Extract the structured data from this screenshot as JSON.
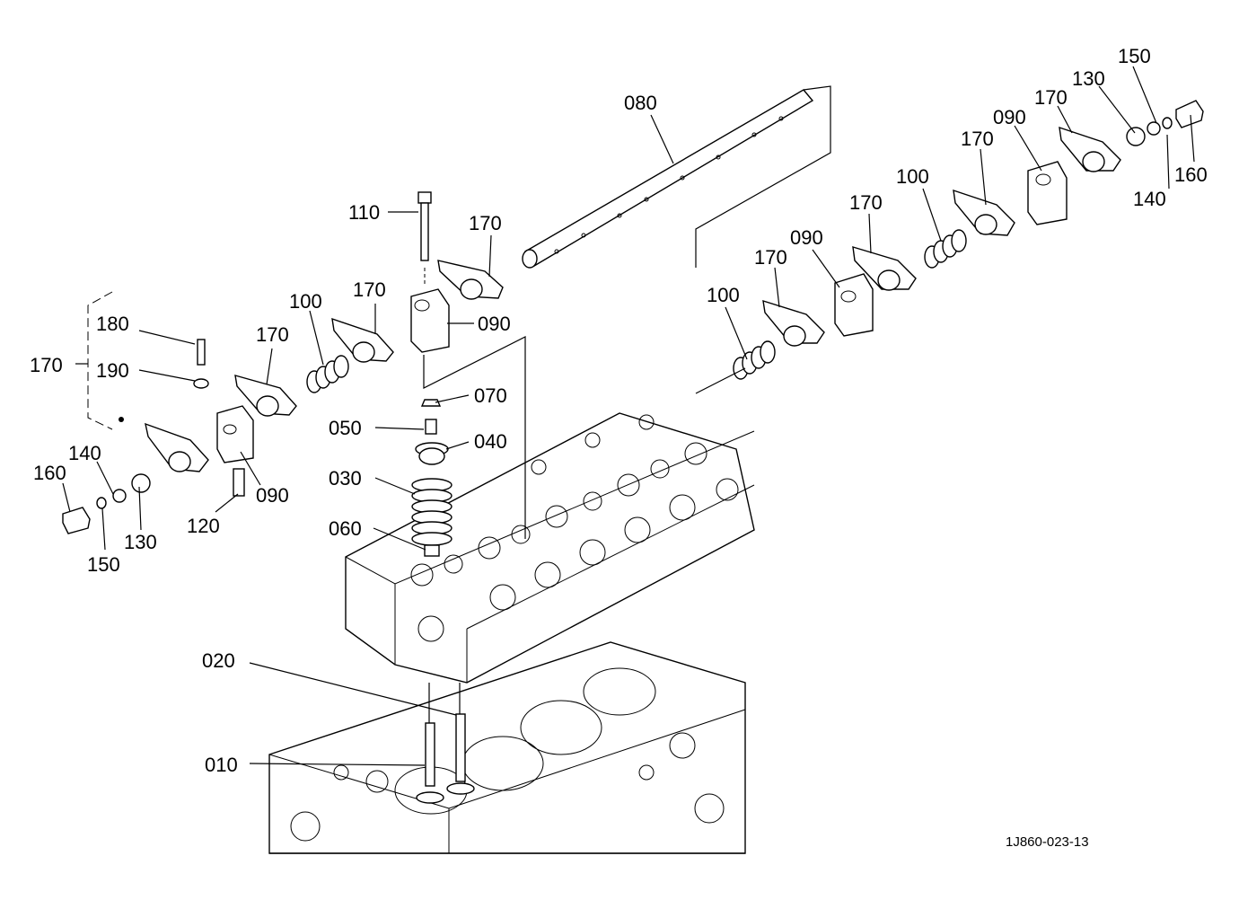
{
  "figure_id": "1J860-023-13",
  "callouts": [
    {
      "id": "c080",
      "text": "080"
    },
    {
      "id": "c110",
      "text": "110"
    },
    {
      "id": "c170a",
      "text": "170"
    },
    {
      "id": "c170b",
      "text": "170"
    },
    {
      "id": "c100a",
      "text": "100"
    },
    {
      "id": "c090a",
      "text": "090"
    },
    {
      "id": "c170c",
      "text": "170"
    },
    {
      "id": "c180",
      "text": "180"
    },
    {
      "id": "c170d",
      "text": "170"
    },
    {
      "id": "c190",
      "text": "190"
    },
    {
      "id": "c140a",
      "text": "140"
    },
    {
      "id": "c160a",
      "text": "160"
    },
    {
      "id": "c130a",
      "text": "130"
    },
    {
      "id": "c150a",
      "text": "150"
    },
    {
      "id": "c120",
      "text": "120"
    },
    {
      "id": "c090b",
      "text": "090"
    },
    {
      "id": "c070",
      "text": "070"
    },
    {
      "id": "c050",
      "text": "050"
    },
    {
      "id": "c040",
      "text": "040"
    },
    {
      "id": "c030",
      "text": "030"
    },
    {
      "id": "c060",
      "text": "060"
    },
    {
      "id": "c020",
      "text": "020"
    },
    {
      "id": "c010",
      "text": "010"
    },
    {
      "id": "c150b",
      "text": "150"
    },
    {
      "id": "c130b",
      "text": "130"
    },
    {
      "id": "c170e",
      "text": "170"
    },
    {
      "id": "c090c",
      "text": "090"
    },
    {
      "id": "c170f",
      "text": "170"
    },
    {
      "id": "c140b",
      "text": "140"
    },
    {
      "id": "c160b",
      "text": "160"
    },
    {
      "id": "c100b",
      "text": "100"
    },
    {
      "id": "c170g",
      "text": "170"
    },
    {
      "id": "c090d",
      "text": "090"
    },
    {
      "id": "c170h",
      "text": "170"
    },
    {
      "id": "c100c",
      "text": "100"
    }
  ]
}
